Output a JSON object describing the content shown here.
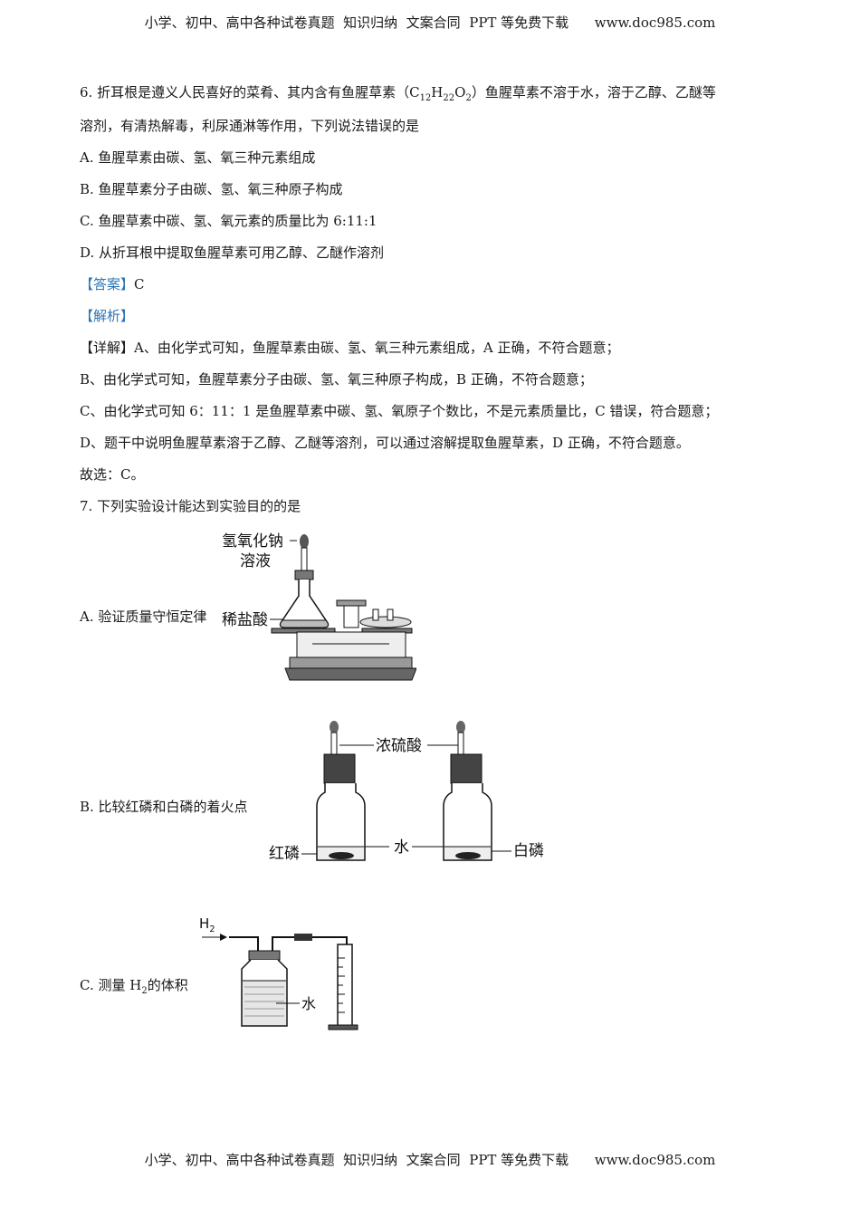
{
  "header": {
    "text": "小学、初中、高中各种试卷真题  知识归纳  文案合同  PPT 等免费下载      www.doc985.com"
  },
  "footer": {
    "text": "小学、初中、高中各种试卷真题  知识归纳  文案合同  PPT 等免费下载      www.doc985.com"
  },
  "q6": {
    "line1_pre": "6. 折耳根是遵义人民喜好的菜肴、其内含有鱼腥草素（C",
    "sub12": "12",
    "h": "H",
    "sub22": "22",
    "o": "O",
    "sub2": "2",
    "line1_post": "）鱼腥草素不溶于水，溶于乙醇、乙醚等",
    "line2": "溶剂，有清热解毒，利尿通淋等作用，下列说法错误的是",
    "optA": "A. 鱼腥草素由碳、氢、氧三种元素组成",
    "optB": "B. 鱼腥草素分子由碳、氢、氧三种原子构成",
    "optC": "C. 鱼腥草素中碳、氢、氧元素的质量比为 6:11:1",
    "optD": "D. 从折耳根中提取鱼腥草素可用乙醇、乙醚作溶剂",
    "answer_tag": "【答案】",
    "answer": "C",
    "analysis_tag": "【解析】",
    "detail_tag": "【详解】",
    "detail1": "A、由化学式可知，鱼腥草素由碳、氢、氧三种元素组成，A 正确，不符合题意；",
    "detail2": "B、由化学式可知，鱼腥草素分子由碳、氢、氧三种原子构成，B 正确，不符合题意；",
    "detail3": "C、由化学式可知 6：11：1 是鱼腥草素中碳、氢、氧原子个数比，不是元素质量比，C 错误，符合题意；",
    "detail4": "D、题干中说明鱼腥草素溶于乙醇、乙醚等溶剂，可以通过溶解提取鱼腥草素，D 正确，不符合题意。",
    "conclusion": "故选：C。"
  },
  "q7": {
    "stem": "7. 下列实验设计能达到实验目的的是",
    "optA": "A. 验证质量守恒定律",
    "optB": "B. 比较红磷和白磷的着火点",
    "optC_pre": "C. 测量 H",
    "optC_sub": "2",
    "optC_post": "的体积",
    "figA": {
      "label1": "氢氧化钠",
      "label2": "溶液",
      "label3": "稀盐酸"
    },
    "figB": {
      "label1": "浓硫酸",
      "label2": "水",
      "label3": "红磷",
      "label4": "白磷"
    },
    "figC": {
      "gas": "H",
      "gas_sub": "2",
      "water": "水"
    }
  }
}
